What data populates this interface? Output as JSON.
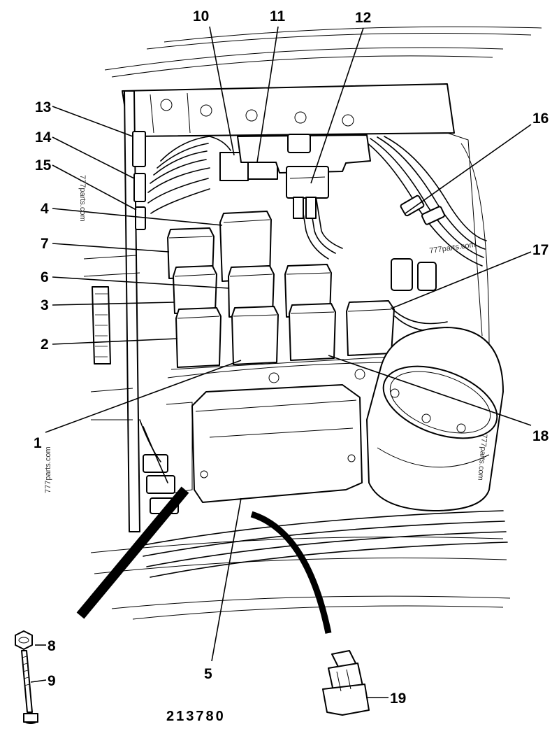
{
  "callouts": {
    "c1": "1",
    "c2": "2",
    "c3": "3",
    "c4": "4",
    "c5": "5",
    "c6": "6",
    "c7": "7",
    "c8": "8",
    "c9": "9",
    "c10": "10",
    "c11": "11",
    "c12": "12",
    "c13": "13",
    "c14": "14",
    "c15": "15",
    "c16": "16",
    "c17": "17",
    "c18": "18",
    "c19": "19"
  },
  "drawing_number": "213780",
  "watermarks": {
    "w1": "777parts.com",
    "w2": "777parts.com",
    "w3": "777parts.com",
    "w4": "777parts.com"
  }
}
